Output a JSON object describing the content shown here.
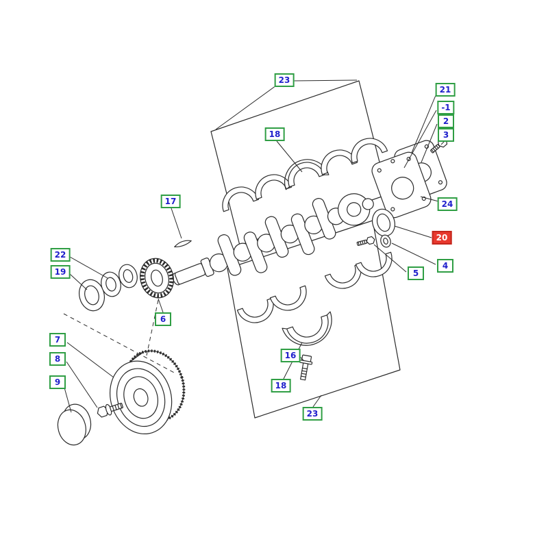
{
  "colors": {
    "background": "#ffffff",
    "line": "#2a2a2a",
    "callout_border": "#2f9e44",
    "callout_text": "#1f1fcc",
    "highlight_bg": "#e8392e",
    "highlight_border": "#c4271d",
    "highlight_text": "#ffffff"
  },
  "callouts": {
    "top_23": "23",
    "top_18": "18",
    "r21": "21",
    "r1": "-1",
    "r2": "2",
    "r3": "3",
    "r24": "24",
    "k17": "17",
    "r20": "20",
    "r4": "4",
    "r5": "5",
    "l22": "22",
    "l19": "19",
    "g6": "6",
    "l7": "7",
    "l8": "8",
    "l9": "9",
    "b16": "16",
    "bot_18": "18",
    "bot_23": "23"
  }
}
